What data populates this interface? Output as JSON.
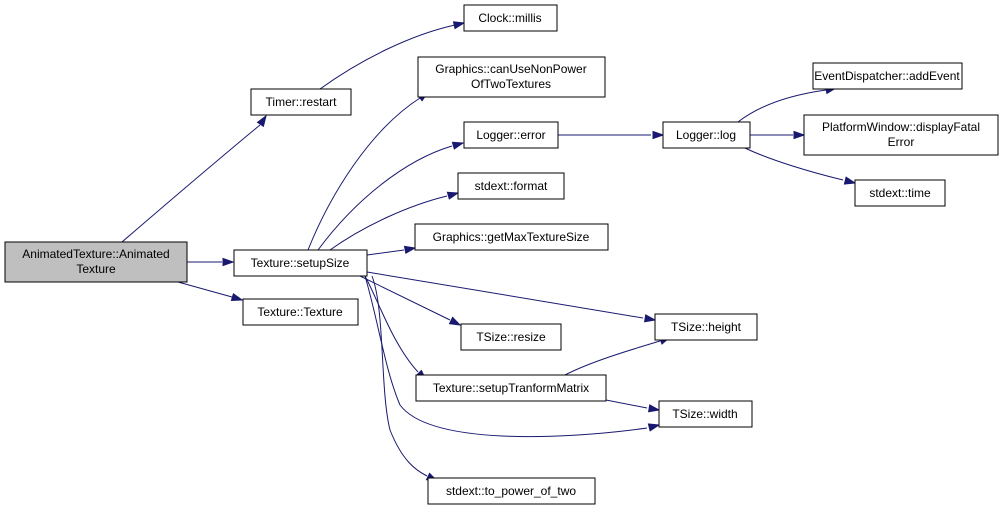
{
  "colors": {
    "edge": "#191970",
    "root_fill": "#bfbfbf",
    "node_fill": "#ffffff",
    "border": "#000000"
  },
  "nodes": {
    "animated_texture": {
      "lines": [
        "AnimatedTexture::Animated",
        "Texture"
      ]
    },
    "timer_restart": {
      "lines": [
        "Timer::restart"
      ]
    },
    "clock_millis": {
      "lines": [
        "Clock::millis"
      ]
    },
    "texture_setupsize": {
      "lines": [
        "Texture::setupSize"
      ]
    },
    "texture_texture": {
      "lines": [
        "Texture::Texture"
      ]
    },
    "graphics_cannpot": {
      "lines": [
        "Graphics::canUseNonPower",
        "OfTwoTextures"
      ]
    },
    "logger_error": {
      "lines": [
        "Logger::error"
      ]
    },
    "logger_log": {
      "lines": [
        "Logger::log"
      ]
    },
    "stdext_format": {
      "lines": [
        "stdext::format"
      ]
    },
    "graphics_maxtex": {
      "lines": [
        "Graphics::getMaxTextureSize"
      ]
    },
    "eventdispatcher_addevent": {
      "lines": [
        "EventDispatcher::addEvent"
      ]
    },
    "platformwindow_displayfatal": {
      "lines": [
        "PlatformWindow::displayFatal",
        "Error"
      ]
    },
    "stdext_time": {
      "lines": [
        "stdext::time"
      ]
    },
    "tsize_resize": {
      "lines": [
        "TSize::resize"
      ]
    },
    "tsize_height": {
      "lines": [
        "TSize::height"
      ]
    },
    "texture_setuptm": {
      "lines": [
        "Texture::setupTranformMatrix"
      ]
    },
    "tsize_width": {
      "lines": [
        "TSize::width"
      ]
    },
    "stdext_topow2": {
      "lines": [
        "stdext::to_power_of_two"
      ]
    }
  },
  "edges": [
    {
      "from": "animated_texture",
      "to": "timer_restart"
    },
    {
      "from": "animated_texture",
      "to": "texture_setupsize"
    },
    {
      "from": "animated_texture",
      "to": "texture_texture"
    },
    {
      "from": "timer_restart",
      "to": "clock_millis"
    },
    {
      "from": "texture_setupsize",
      "to": "graphics_cannpot"
    },
    {
      "from": "texture_setupsize",
      "to": "logger_error"
    },
    {
      "from": "texture_setupsize",
      "to": "stdext_format"
    },
    {
      "from": "texture_setupsize",
      "to": "graphics_maxtex"
    },
    {
      "from": "texture_setupsize",
      "to": "tsize_height"
    },
    {
      "from": "texture_setupsize",
      "to": "tsize_resize"
    },
    {
      "from": "texture_setupsize",
      "to": "texture_setuptm"
    },
    {
      "from": "texture_setupsize",
      "to": "tsize_width"
    },
    {
      "from": "texture_setupsize",
      "to": "stdext_topow2"
    },
    {
      "from": "logger_error",
      "to": "logger_log"
    },
    {
      "from": "logger_log",
      "to": "eventdispatcher_addevent"
    },
    {
      "from": "logger_log",
      "to": "platformwindow_displayfatal"
    },
    {
      "from": "logger_log",
      "to": "stdext_time"
    },
    {
      "from": "texture_setuptm",
      "to": "tsize_height"
    },
    {
      "from": "texture_setuptm",
      "to": "tsize_width"
    }
  ]
}
